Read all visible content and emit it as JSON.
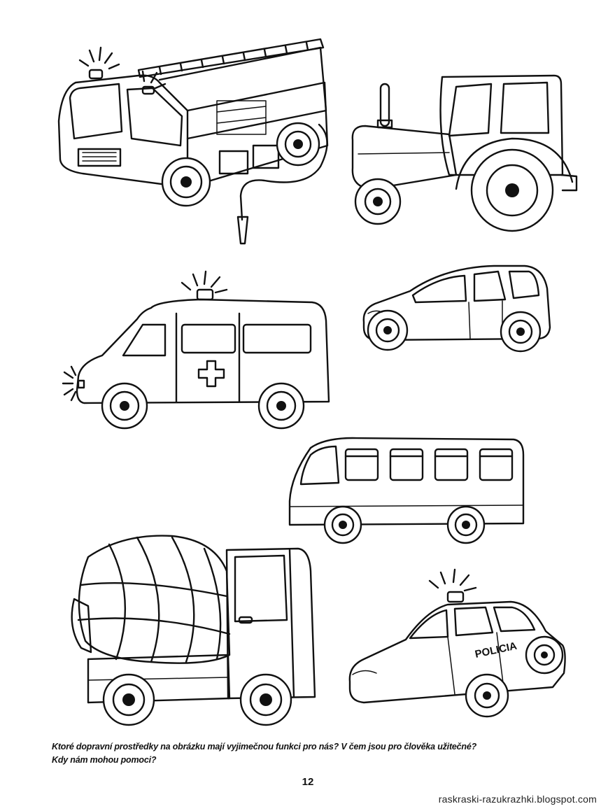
{
  "vehicles": [
    "fire-truck",
    "tractor",
    "ambulance",
    "hatchback-car",
    "minibus",
    "cement-mixer",
    "police-car"
  ],
  "police_car": {
    "door_lettering": "POLICIA"
  },
  "worksheet": {
    "question_line_1": "Ktoré dopravní prostředky na obrázku mají vyjimečnou funkci pro nás? V čem jsou pro člověka užitečné?",
    "question_line_2": "Kdy nám mohou pomoci?",
    "page_number": "12"
  },
  "watermark": "raskraski-razukrazhki.blogspot.com",
  "colors": {
    "ink": "#111111",
    "paper": "#ffffff"
  }
}
